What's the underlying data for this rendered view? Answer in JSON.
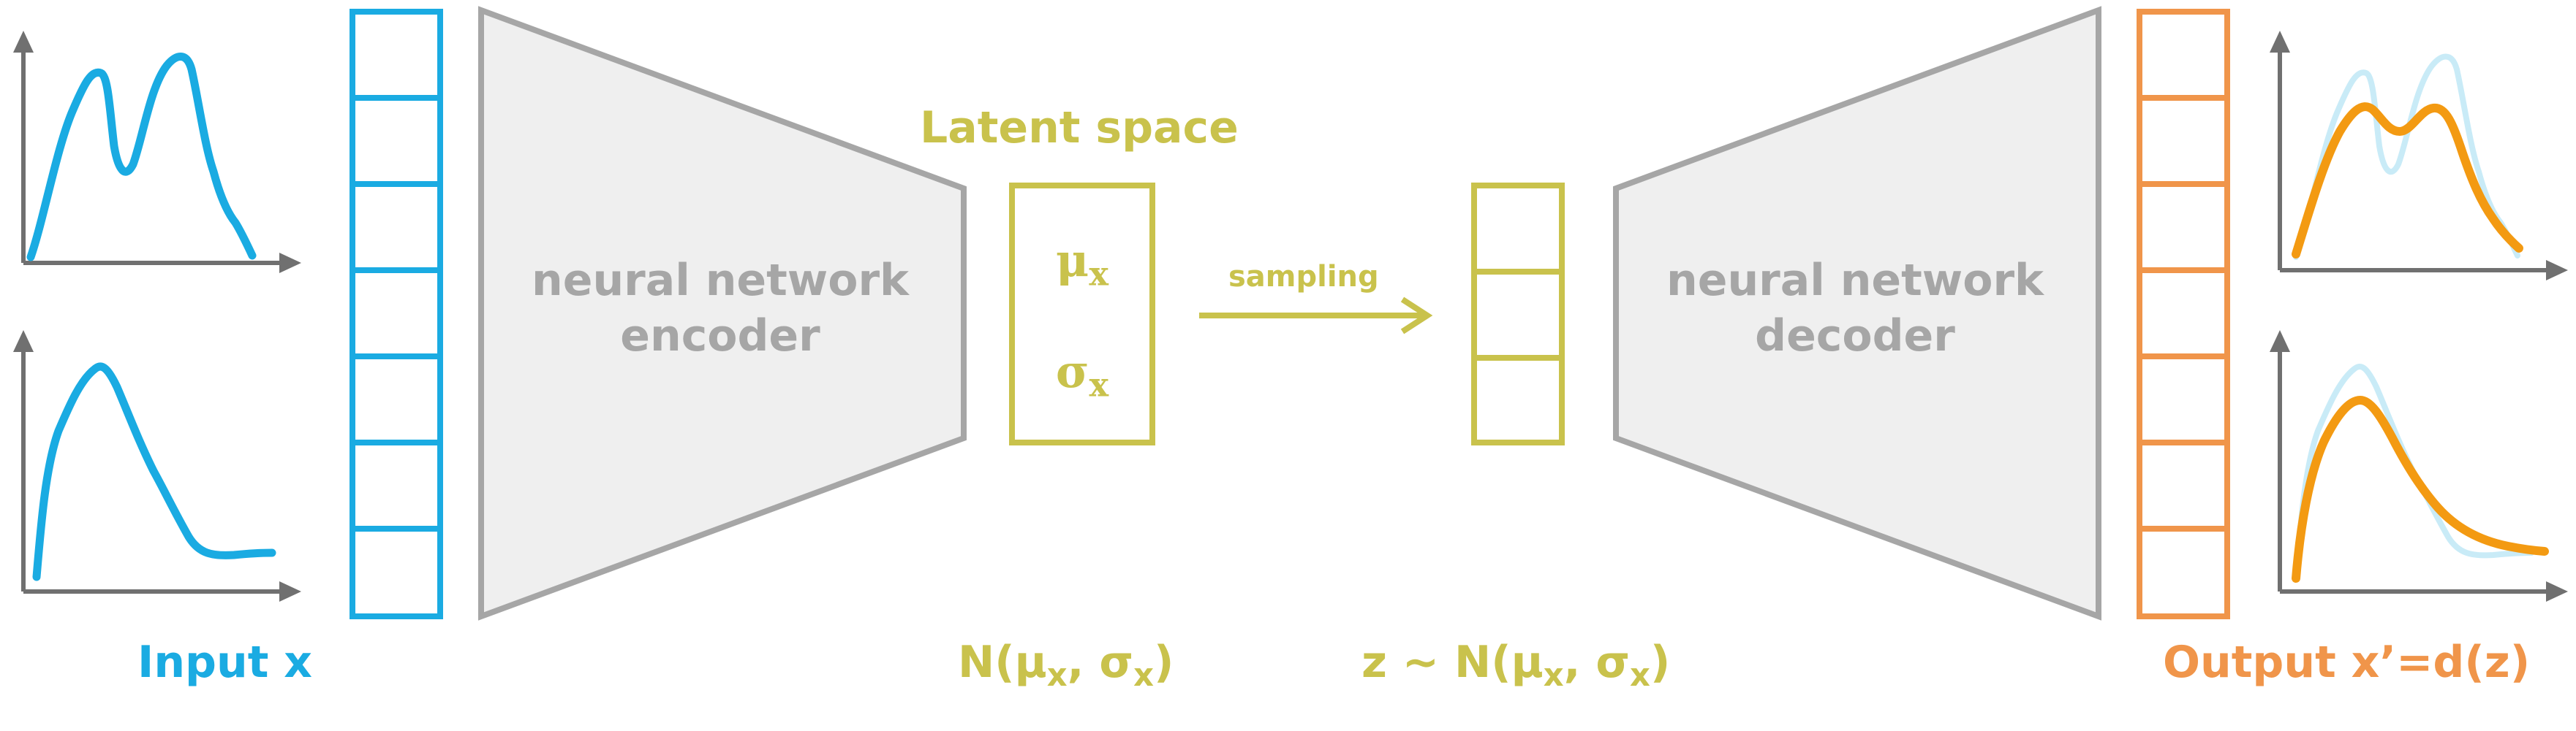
{
  "colors": {
    "input": "#1aabe2",
    "latent": "#c9c24c",
    "output": "#f0954a",
    "output_curve": "#f39a12",
    "ghost_curve": "#c9ebf7",
    "gray": "#a6a6a6",
    "gray_fill": "#efefef",
    "axis": "#707070"
  },
  "encoder": {
    "line1": "neural network",
    "line2": "encoder"
  },
  "decoder": {
    "line1": "neural network",
    "line2": "decoder"
  },
  "latent": {
    "title": "Latent space",
    "mu_symbol": "μ",
    "sigma_symbol": "σ",
    "subscript": "x",
    "arrow_label": "sampling"
  },
  "labels": {
    "input": "Input x",
    "output": "Output x’=d(z)",
    "dist_prefix": "N(",
    "dist_mu": "μ",
    "dist_sep": ", ",
    "dist_sigma": "σ",
    "dist_suffix": ")",
    "z_prefix": "z ∼ N(",
    "z_mu": "μ",
    "z_sep": ", ",
    "z_sigma": "σ",
    "z_suffix": ")",
    "subscript": "x"
  },
  "icons": [
    "axis-arrow-icon",
    "sampling-arrow-icon"
  ]
}
